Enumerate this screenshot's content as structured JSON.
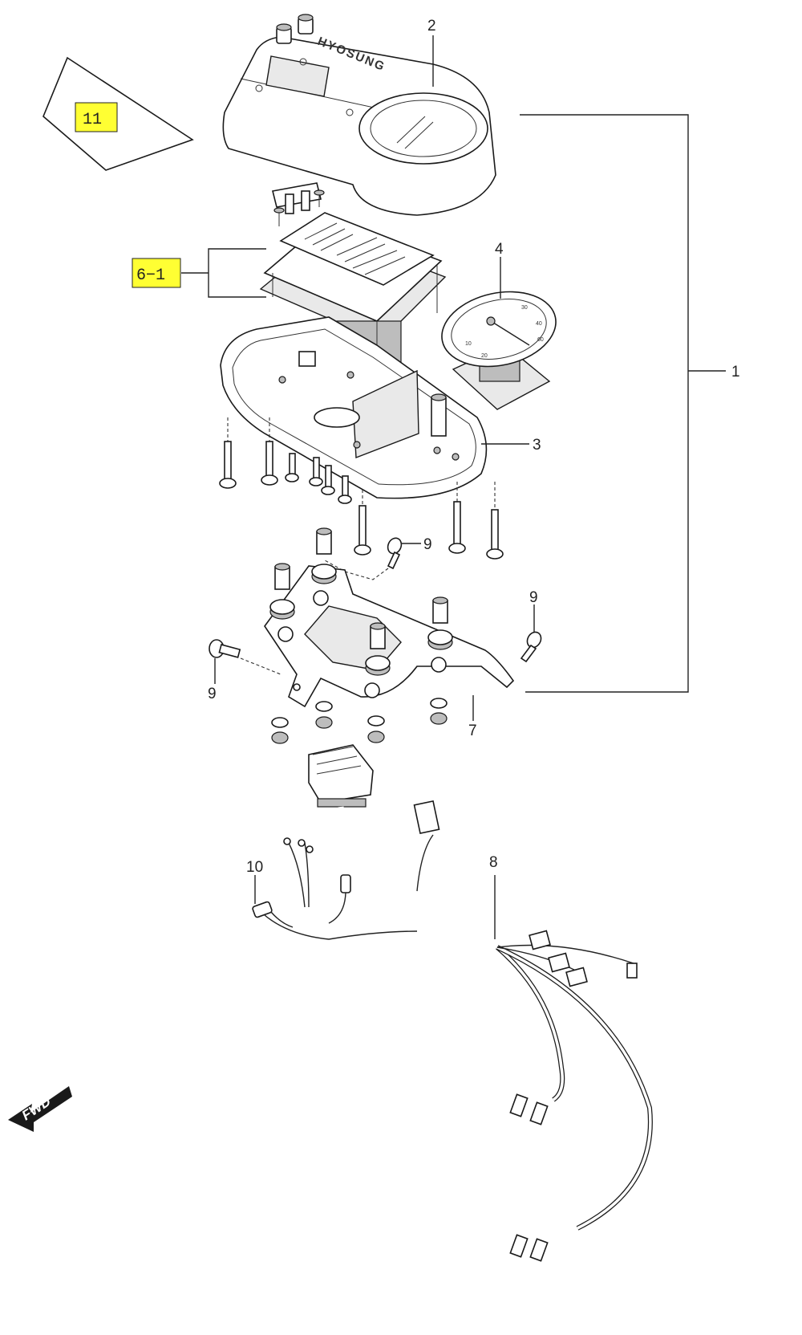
{
  "callouts": {
    "cover": "2",
    "assembly": "1",
    "gauge": "4",
    "case": "3",
    "screw_upper": "9",
    "screw_right": "9",
    "screw_left": "9",
    "bracket": "7",
    "harness": "8",
    "bulb": "10"
  },
  "highlight_labels": {
    "sticker": "11",
    "lcd_unit": "6−1"
  },
  "cover_logo": "HYOSUNG",
  "fwd_arrow": "FWD",
  "colors": {
    "highlight": "#ffff33",
    "line": "#1a1a1a"
  }
}
